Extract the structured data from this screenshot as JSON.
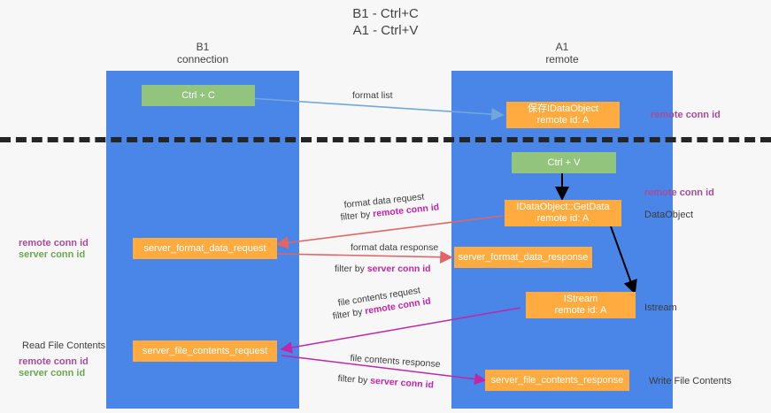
{
  "title": "B1 - Ctrl+C\nA1 - Ctrl+V",
  "lanes": [
    {
      "name": "b1",
      "header": "B1\nconnection",
      "color": "#4a86e8"
    },
    {
      "name": "a1",
      "header": "A1\nremote",
      "color": "#4a86e8"
    }
  ],
  "colors": {
    "lane": "#4a86e8",
    "green_node": "#93c47d",
    "orange_node": "#ffab40",
    "divider": "#252525",
    "format_list_arrow": "#6fa8dc",
    "format_data_arrow": "#e06666",
    "file_contents_arrow": "#c026a8",
    "black_arrow": "#000000",
    "remote_conn_id_text": "#a64d9a",
    "server_conn_id_text": "#6aa84f",
    "magenta_text": "#c026a8"
  },
  "nodes": {
    "ctrl_c": "Ctrl + C",
    "ctrl_v": "Ctrl + V",
    "save_dataobject": "保存IDataObject\nremote id: A",
    "getdata": "IDataObject::GetData\nremote id: A",
    "istream": "IStream\nremote id: A",
    "server_format_data_request": "server_format_data_request",
    "server_format_data_response": "server_format_data_response",
    "server_file_contents_request": "server_file_contents_request",
    "server_file_contents_response": "server_file_contents_response"
  },
  "right_labels": {
    "remote_conn_id_top": "remote conn id",
    "remote_conn_id_mid": "remote conn id",
    "dataobject": "DataObject",
    "istream": "Istream",
    "write_file_contents": "Write File Contents"
  },
  "left_labels": {
    "remote_conn_id": "remote conn id",
    "server_conn_id": "server conn id",
    "read_file_contents": "Read File Contents",
    "remote_conn_id_2": "remote conn id",
    "server_conn_id_2": "server conn id"
  },
  "edges": {
    "format_list": "format list",
    "format_data_request": "format data request",
    "format_data_request_filter_prefix": "filter by ",
    "format_data_request_filter_key": "remote conn id",
    "format_data_response": "format data response",
    "format_data_response_filter_prefix": "filter by ",
    "format_data_response_filter_key": "server conn id",
    "file_contents_request": "file contents request",
    "file_contents_request_filter_prefix": "filter by ",
    "file_contents_request_filter_key": "remote conn id",
    "file_contents_response": "file contents response",
    "file_contents_response_filter_prefix": "filter by ",
    "file_contents_response_filter_key": "server conn id"
  }
}
